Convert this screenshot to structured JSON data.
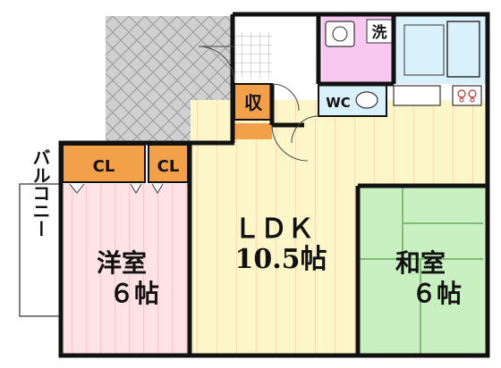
{
  "rooms": {
    "ldk": {
      "name": "ＬＤＫ",
      "size": "10.5帖"
    },
    "western": {
      "name": "洋室",
      "size": "６帖"
    },
    "japanese": {
      "name": "和室",
      "size": "６帖"
    },
    "balcony": {
      "name": "バルコニー"
    },
    "closet_left": {
      "label": "CL"
    },
    "closet_right": {
      "label": "CL"
    },
    "storage": {
      "label": "収"
    },
    "wc": {
      "label": "WC"
    },
    "washroom": {
      "label": "洗"
    }
  },
  "colors": {
    "ldk": "#fdf6c8",
    "western": "#fde3e6",
    "japanese": "#c8f0c0",
    "closet": "#f2a04a",
    "wet_area": "#d9f1fb",
    "washroom": "#f8c8f0",
    "balcony_tile": "#cccccc",
    "wall": "#111111"
  }
}
